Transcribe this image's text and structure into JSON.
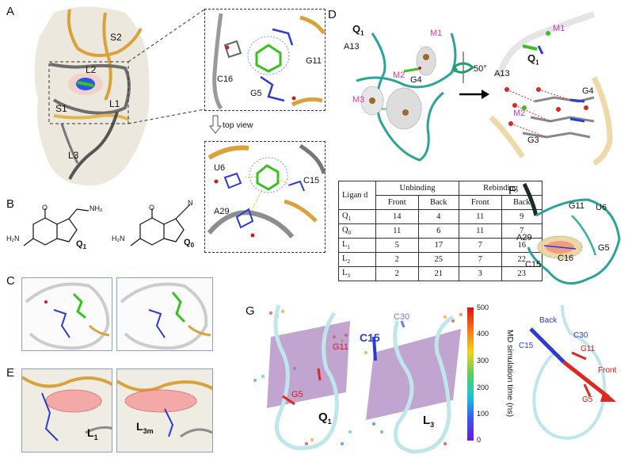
{
  "panels": {
    "A": "A",
    "B": "B",
    "C": "C",
    "D": "D",
    "E": "E",
    "F": "F",
    "G": "G"
  },
  "panel_a": {
    "regions": {
      "s2": "S2",
      "l2": "L2",
      "s1": "S1",
      "l1": "L1",
      "l3": "L3"
    },
    "zoom_labels": {
      "c16": "C16",
      "g11": "G11",
      "g5": "G5"
    },
    "top_view_label": "top view",
    "top_view_labels": {
      "u6": "U6",
      "c15": "C15",
      "a29": "A29"
    }
  },
  "panel_b": {
    "q1_label": "Q",
    "q1_sub": "1",
    "q0_label": "Q",
    "q0_sub": "0",
    "atoms": {
      "o": "O",
      "h": "H",
      "n": "N",
      "nh2": "NH₂",
      "h2n": "H₂N"
    }
  },
  "panel_d": {
    "q1_label": "Q",
    "q1_sub": "1",
    "a13": "A13",
    "m1": "M1",
    "m2": "M2",
    "m3": "M3",
    "g4": "G4",
    "g3": "G3",
    "rotation": "50°",
    "right_q1": "Q",
    "right_q1_sub": "1"
  },
  "table": {
    "header_row1": [
      "Ligan d",
      "Unbinding",
      "Rebinding"
    ],
    "header_row2": [
      "Front",
      "Back",
      "Front",
      "Back"
    ],
    "rows": [
      {
        "ligand": "Q",
        "sub": "1",
        "vals": [
          "14",
          "4",
          "11",
          "9"
        ]
      },
      {
        "ligand": "Q",
        "sub": "0",
        "vals": [
          "11",
          "6",
          "11",
          "7"
        ]
      },
      {
        "ligand": "L",
        "sub": "1",
        "vals": [
          "5",
          "17",
          "7",
          "16"
        ]
      },
      {
        "ligand": "L",
        "sub": "2",
        "vals": [
          "2",
          "25",
          "7",
          "22"
        ]
      },
      {
        "ligand": "L",
        "sub": "3",
        "vals": [
          "2",
          "21",
          "3",
          "23"
        ]
      }
    ]
  },
  "panel_f": {
    "g11": "G11",
    "u6": "U6",
    "a29": "A29",
    "g5": "G5",
    "c16": "C16",
    "c15": "C15"
  },
  "panel_e": {
    "l1": "L",
    "l1_sub": "1",
    "l3m": "L",
    "l3m_sub": "3m"
  },
  "panel_g": {
    "g11": "G11",
    "g5": "G5",
    "q1": "Q",
    "q1_sub": "1",
    "c30": "C30",
    "c15": "C15",
    "l3": "L",
    "l3_sub": "3",
    "colorbar_ticks": [
      "500",
      "400",
      "300",
      "200",
      "100",
      "0"
    ],
    "colorbar_label": "MD simulation time (ns)",
    "right": {
      "back": "Back",
      "c30": "C30",
      "c15": "C15",
      "g11": "G11",
      "front": "Front",
      "g5": "G5"
    }
  },
  "colors": {
    "rna_gold": "#d9a23a",
    "rna_grey": "#6d6d6d",
    "rna_teal": "#2aa39a",
    "rna_light": "#bfe6ea",
    "ligand_green": "#36c21f",
    "magenta": "#d63aa8",
    "plane_purple": "#8e5aa8",
    "front_red": "#e0261f",
    "back_blue": "#2c3bd6"
  }
}
